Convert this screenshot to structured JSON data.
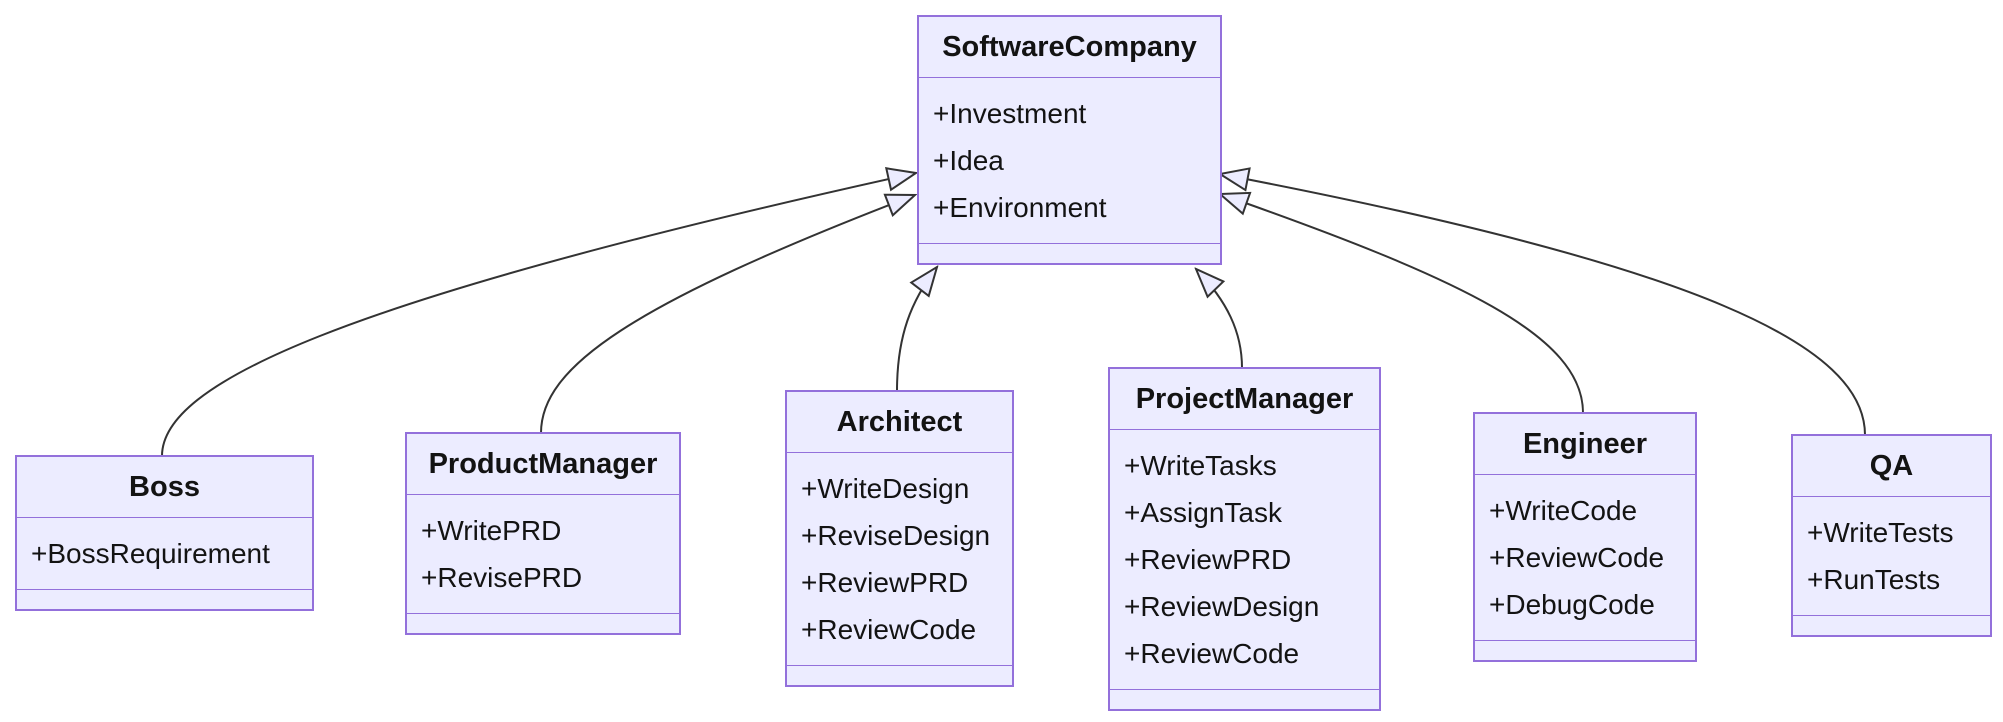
{
  "diagram": {
    "type": "uml-class-diagram",
    "colors": {
      "node_fill": "#ECECFF",
      "node_border": "#9370DB",
      "edge": "#333333",
      "text": "#131313",
      "background": "#ffffff"
    },
    "classes": [
      {
        "id": "SoftwareCompany",
        "name": "SoftwareCompany",
        "members": [
          "+Investment",
          "+Idea",
          "+Environment"
        ],
        "methods": []
      },
      {
        "id": "Boss",
        "name": "Boss",
        "members": [
          "+BossRequirement"
        ],
        "methods": []
      },
      {
        "id": "ProductManager",
        "name": "ProductManager",
        "members": [
          "+WritePRD",
          "+RevisePRD"
        ],
        "methods": []
      },
      {
        "id": "Architect",
        "name": "Architect",
        "members": [
          "+WriteDesign",
          "+ReviseDesign",
          "+ReviewPRD",
          "+ReviewCode"
        ],
        "methods": []
      },
      {
        "id": "ProjectManager",
        "name": "ProjectManager",
        "members": [
          "+WriteTasks",
          "+AssignTask",
          "+ReviewPRD",
          "+ReviewDesign",
          "+ReviewCode"
        ],
        "methods": []
      },
      {
        "id": "Engineer",
        "name": "Engineer",
        "members": [
          "+WriteCode",
          "+ReviewCode",
          "+DebugCode"
        ],
        "methods": []
      },
      {
        "id": "QA",
        "name": "QA",
        "members": [
          "+WriteTests",
          "+RunTests"
        ],
        "methods": []
      }
    ],
    "edges": [
      {
        "from": "Boss",
        "to": "SoftwareCompany",
        "relation": "inheritance"
      },
      {
        "from": "ProductManager",
        "to": "SoftwareCompany",
        "relation": "inheritance"
      },
      {
        "from": "Architect",
        "to": "SoftwareCompany",
        "relation": "inheritance"
      },
      {
        "from": "ProjectManager",
        "to": "SoftwareCompany",
        "relation": "inheritance"
      },
      {
        "from": "Engineer",
        "to": "SoftwareCompany",
        "relation": "inheritance"
      },
      {
        "from": "QA",
        "to": "SoftwareCompany",
        "relation": "inheritance"
      }
    ]
  }
}
